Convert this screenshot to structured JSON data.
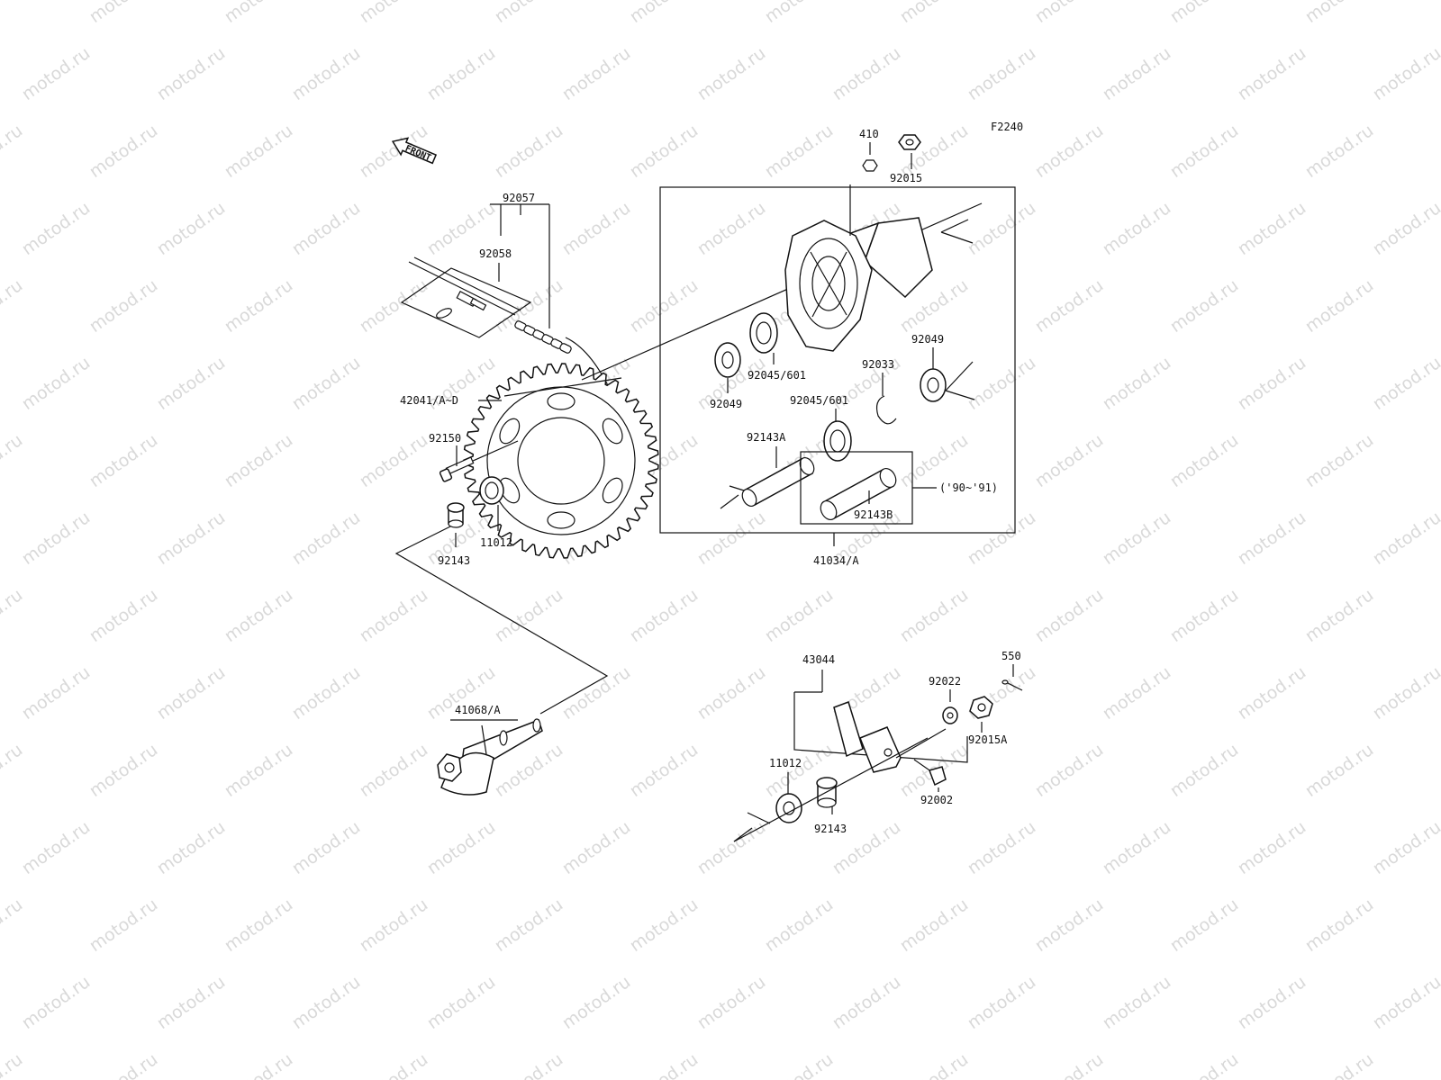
{
  "watermark": "motod.ru",
  "figure_code": "F2240",
  "front_label": "FRONT",
  "labels": {
    "p92057": "92057",
    "p92058": "92058",
    "p42041": "42041/A~D",
    "p92150": "92150",
    "p11012a": "11012",
    "p92143a": "92143",
    "p41068": "41068/A",
    "p410": "410",
    "p92015": "92015",
    "p92049a": "92049",
    "p92049b": "92049",
    "p92045a": "92045/601",
    "p92045b": "92045/601",
    "p92033": "92033",
    "p92143A": "92143A",
    "p92143B": "92143B",
    "years": "('90~'91)",
    "p41034": "41034/A",
    "p43044": "43044",
    "p550": "550",
    "p92022": "92022",
    "p92015A": "92015A",
    "p92002": "92002",
    "p11012b": "11012",
    "p92143b": "92143"
  }
}
